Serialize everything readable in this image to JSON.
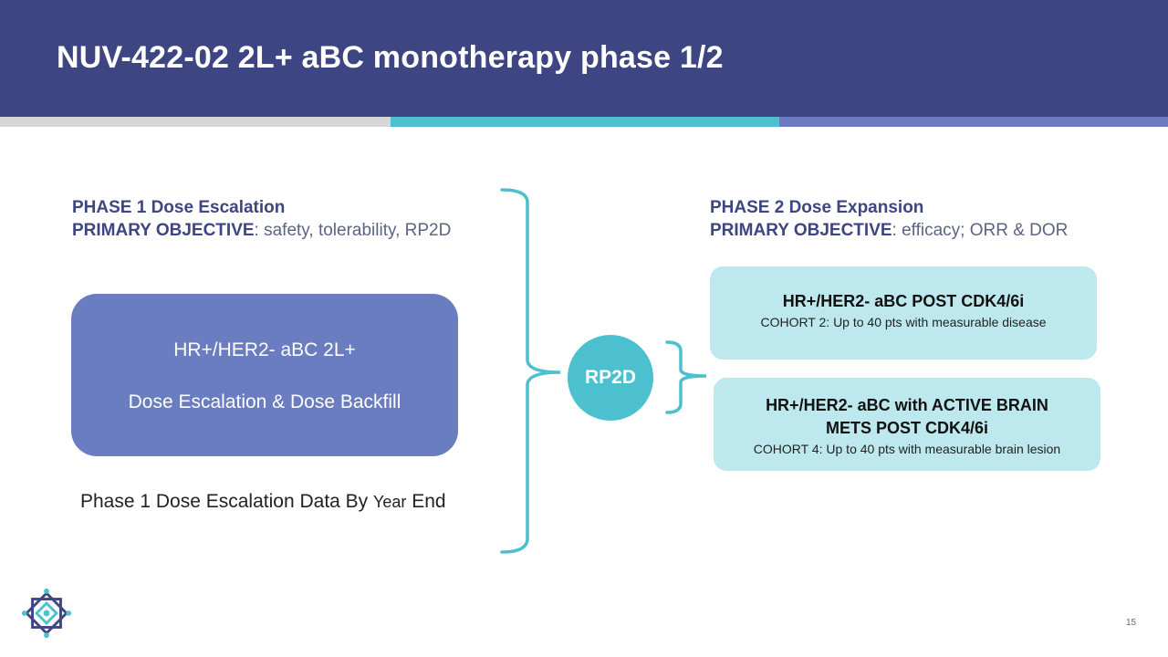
{
  "slide": {
    "title": "NUV-422-02 2L+ aBC monotherapy phase 1/2",
    "page_number": "15"
  },
  "phase1": {
    "heading": "PHASE 1 Dose Escalation",
    "objective_label": "PRIMARY OBJECTIVE",
    "objective_text": ": safety, tolerability, RP2D",
    "box_line1": "HR+/HER2- aBC 2L+",
    "box_line2": "Dose Escalation & Dose Backfill",
    "note_main": "Phase 1 Dose Escalation Data By ",
    "note_year": "Year",
    "note_end": " End"
  },
  "rp2d": {
    "label": "RP2D"
  },
  "phase2": {
    "heading": "PHASE 2 Dose Expansion",
    "objective_label": "PRIMARY OBJECTIVE",
    "objective_text": ": efficacy; ORR & DOR",
    "cohorts": [
      {
        "title": "HR+/HER2- aBC POST CDK4/6i",
        "subtitle": "COHORT 2: Up to 40 pts with measurable disease"
      },
      {
        "title_line1": "HR+/HER2- aBC with ACTIVE BRAIN",
        "title_line2": "METS POST CDK4/6i",
        "subtitle": "COHORT 4: Up to 40 pts with measurable brain lesion"
      }
    ]
  },
  "colors": {
    "header_bg": "#3d4583",
    "teal": "#4cc0cf",
    "periwinkle": "#6a7dc1",
    "light_teal": "#bde9ee",
    "gray_stripe": "#d6d6d6"
  }
}
